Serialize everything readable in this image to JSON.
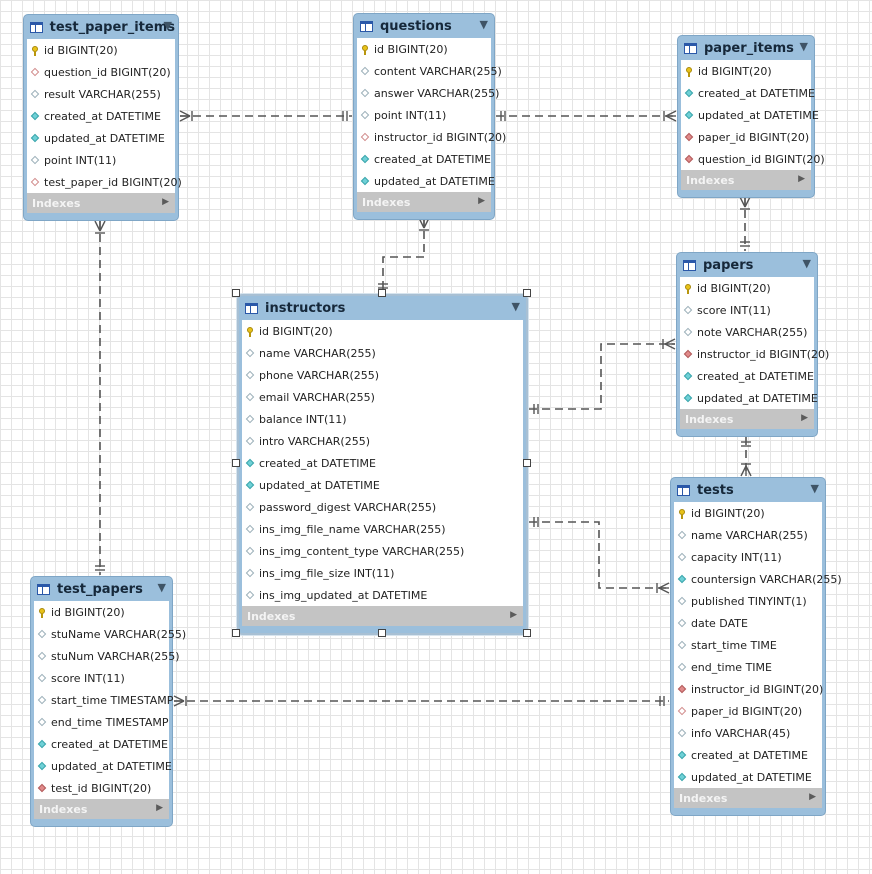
{
  "diagram": {
    "tables": [
      {
        "name": "test_paper_items",
        "columns": [
          {
            "label": "id BIGINT(20)",
            "kind": "pk"
          },
          {
            "label": "question_id BIGINT(20)",
            "kind": "fk-nullable"
          },
          {
            "label": "result VARCHAR(255)",
            "kind": "nullable"
          },
          {
            "label": "created_at DATETIME",
            "kind": "not-null"
          },
          {
            "label": "updated_at DATETIME",
            "kind": "not-null"
          },
          {
            "label": "point INT(11)",
            "kind": "nullable"
          },
          {
            "label": "test_paper_id BIGINT(20)",
            "kind": "fk-nullable"
          }
        ],
        "indexes_label": "Indexes"
      },
      {
        "name": "questions",
        "columns": [
          {
            "label": "id BIGINT(20)",
            "kind": "pk"
          },
          {
            "label": "content VARCHAR(255)",
            "kind": "nullable"
          },
          {
            "label": "answer VARCHAR(255)",
            "kind": "nullable"
          },
          {
            "label": "point INT(11)",
            "kind": "nullable"
          },
          {
            "label": "instructor_id BIGINT(20)",
            "kind": "fk-nullable"
          },
          {
            "label": "created_at DATETIME",
            "kind": "not-null"
          },
          {
            "label": "updated_at DATETIME",
            "kind": "not-null"
          }
        ],
        "indexes_label": "Indexes"
      },
      {
        "name": "paper_items",
        "columns": [
          {
            "label": "id BIGINT(20)",
            "kind": "pk"
          },
          {
            "label": "created_at DATETIME",
            "kind": "not-null"
          },
          {
            "label": "updated_at DATETIME",
            "kind": "not-null"
          },
          {
            "label": "paper_id BIGINT(20)",
            "kind": "fk"
          },
          {
            "label": "question_id BIGINT(20)",
            "kind": "fk"
          }
        ],
        "indexes_label": "Indexes"
      },
      {
        "name": "papers",
        "columns": [
          {
            "label": "id BIGINT(20)",
            "kind": "pk"
          },
          {
            "label": "score INT(11)",
            "kind": "nullable"
          },
          {
            "label": "note VARCHAR(255)",
            "kind": "nullable"
          },
          {
            "label": "instructor_id BIGINT(20)",
            "kind": "fk"
          },
          {
            "label": "created_at DATETIME",
            "kind": "not-null"
          },
          {
            "label": "updated_at DATETIME",
            "kind": "not-null"
          }
        ],
        "indexes_label": "Indexes"
      },
      {
        "name": "instructors",
        "columns": [
          {
            "label": "id BIGINT(20)",
            "kind": "pk"
          },
          {
            "label": "name VARCHAR(255)",
            "kind": "nullable"
          },
          {
            "label": "phone VARCHAR(255)",
            "kind": "nullable"
          },
          {
            "label": "email VARCHAR(255)",
            "kind": "nullable"
          },
          {
            "label": "balance INT(11)",
            "kind": "nullable"
          },
          {
            "label": "intro VARCHAR(255)",
            "kind": "nullable"
          },
          {
            "label": "created_at DATETIME",
            "kind": "not-null"
          },
          {
            "label": "updated_at DATETIME",
            "kind": "not-null"
          },
          {
            "label": "password_digest VARCHAR(255)",
            "kind": "nullable"
          },
          {
            "label": "ins_img_file_name VARCHAR(255)",
            "kind": "nullable"
          },
          {
            "label": "ins_img_content_type VARCHAR(255)",
            "kind": "nullable"
          },
          {
            "label": "ins_img_file_size INT(11)",
            "kind": "nullable"
          },
          {
            "label": "ins_img_updated_at DATETIME",
            "kind": "nullable"
          }
        ],
        "indexes_label": "Indexes"
      },
      {
        "name": "tests",
        "columns": [
          {
            "label": "id BIGINT(20)",
            "kind": "pk"
          },
          {
            "label": "name VARCHAR(255)",
            "kind": "nullable"
          },
          {
            "label": "capacity INT(11)",
            "kind": "nullable"
          },
          {
            "label": "countersign VARCHAR(255)",
            "kind": "not-null"
          },
          {
            "label": "published TINYINT(1)",
            "kind": "nullable"
          },
          {
            "label": "date DATE",
            "kind": "nullable"
          },
          {
            "label": "start_time TIME",
            "kind": "nullable"
          },
          {
            "label": "end_time TIME",
            "kind": "nullable"
          },
          {
            "label": "instructor_id BIGINT(20)",
            "kind": "fk"
          },
          {
            "label": "paper_id BIGINT(20)",
            "kind": "fk-nullable"
          },
          {
            "label": "info VARCHAR(45)",
            "kind": "nullable"
          },
          {
            "label": "created_at DATETIME",
            "kind": "not-null"
          },
          {
            "label": "updated_at DATETIME",
            "kind": "not-null"
          }
        ],
        "indexes_label": "Indexes"
      },
      {
        "name": "test_papers",
        "columns": [
          {
            "label": "id BIGINT(20)",
            "kind": "pk"
          },
          {
            "label": "stuName VARCHAR(255)",
            "kind": "nullable"
          },
          {
            "label": "stuNum VARCHAR(255)",
            "kind": "nullable"
          },
          {
            "label": "score INT(11)",
            "kind": "nullable"
          },
          {
            "label": "start_time TIMESTAMP",
            "kind": "nullable"
          },
          {
            "label": "end_time TIMESTAMP",
            "kind": "nullable"
          },
          {
            "label": "created_at DATETIME",
            "kind": "not-null"
          },
          {
            "label": "updated_at DATETIME",
            "kind": "not-null"
          },
          {
            "label": "test_id BIGINT(20)",
            "kind": "fk"
          }
        ],
        "indexes_label": "Indexes"
      }
    ],
    "relationships": [
      {
        "from": "test_paper_items",
        "to": "questions",
        "from_end": "many",
        "to_end": "one"
      },
      {
        "from": "questions",
        "to": "paper_items",
        "from_end": "one",
        "to_end": "many"
      },
      {
        "from": "paper_items",
        "to": "papers",
        "from_end": "many",
        "to_end": "one"
      },
      {
        "from": "questions",
        "to": "instructors",
        "from_end": "many",
        "to_end": "one"
      },
      {
        "from": "instructors",
        "to": "papers",
        "from_end": "one",
        "to_end": "many"
      },
      {
        "from": "papers",
        "to": "tests",
        "from_end": "one",
        "to_end": "many"
      },
      {
        "from": "instructors",
        "to": "tests",
        "from_end": "one",
        "to_end": "many"
      },
      {
        "from": "test_paper_items",
        "to": "test_papers",
        "from_end": "many",
        "to_end": "one"
      },
      {
        "from": "test_papers",
        "to": "tests",
        "from_end": "many",
        "to_end": "one"
      }
    ],
    "colors": {
      "table_header": "#9bbfdc",
      "indexes_bar": "#c4c4c4",
      "link_line": "#555555",
      "grid": "#e4e4e4"
    }
  }
}
